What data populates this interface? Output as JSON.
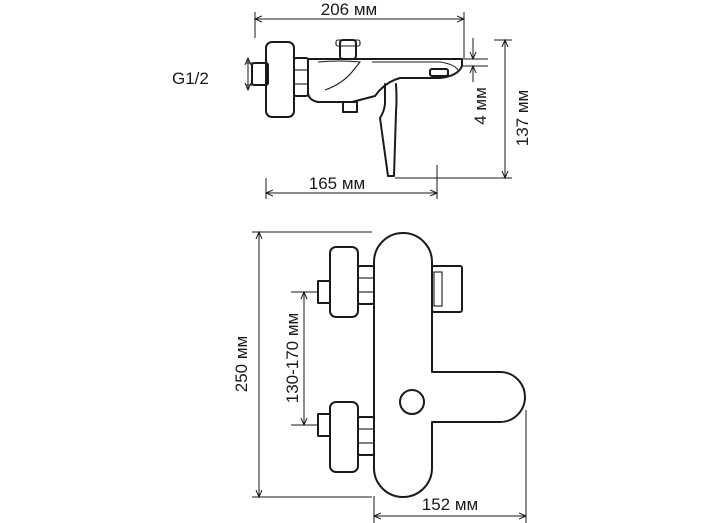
{
  "dimensions": {
    "overall_width": "206 мм",
    "thread": "G1/2",
    "outlet_height": "4 мм",
    "overall_height": "137 мм",
    "projection": "165 мм",
    "body_height": "250 мм",
    "center_distance": "130-170 мм",
    "lever_length": "152 мм"
  }
}
